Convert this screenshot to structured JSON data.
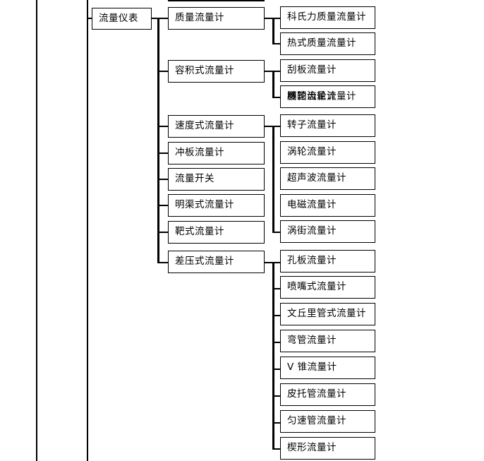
{
  "diagram": {
    "title": "流量仪表",
    "type": "tree-hierarchy-chart",
    "root": {
      "label": "流量仪表"
    },
    "clipped_top_node": {
      "label": ""
    },
    "branches": [
      {
        "id": "mass",
        "label": "质量流量计",
        "children": [
          {
            "label": "科氏力质量流量计"
          },
          {
            "label": "热式质量流量计"
          }
        ]
      },
      {
        "id": "volumetric",
        "label": "容积式流量计",
        "children": [
          {
            "label": "刮板流量计"
          },
          {
            "label": "腰轮流量计",
            "overlay_label": "椭圆齿轮流量计",
            "overlapping": true
          }
        ]
      },
      {
        "id": "velocity",
        "label": "速度式流量计",
        "children": [
          {
            "label": "转子流量计"
          },
          {
            "label": "涡轮流量计"
          },
          {
            "label": "超声波流量计"
          },
          {
            "label": "电磁流量计"
          },
          {
            "label": "涡街流量计"
          }
        ]
      },
      {
        "id": "impact",
        "label": "冲板流量计",
        "children": []
      },
      {
        "id": "switch",
        "label": "流量开关",
        "children": []
      },
      {
        "id": "openchannel",
        "label": "明渠式流量计",
        "children": []
      },
      {
        "id": "target",
        "label": "靶式流量计",
        "children": []
      },
      {
        "id": "differential",
        "label": "差压式流量计",
        "children": [
          {
            "label": "孔板流量计"
          },
          {
            "label": "喷嘴式流量计"
          },
          {
            "label": "文丘里管式流量计"
          },
          {
            "label": "弯管流量计"
          },
          {
            "label": "V 锥流量计"
          },
          {
            "label": "皮托管流量计"
          },
          {
            "label": "匀速管流量计"
          },
          {
            "label": "楔形流量计"
          }
        ]
      }
    ],
    "colors": {
      "line": "#000000",
      "box_border": "#000000",
      "box_fill": "#ffffff",
      "text": "#000000",
      "page_background": "#ffffff"
    }
  }
}
